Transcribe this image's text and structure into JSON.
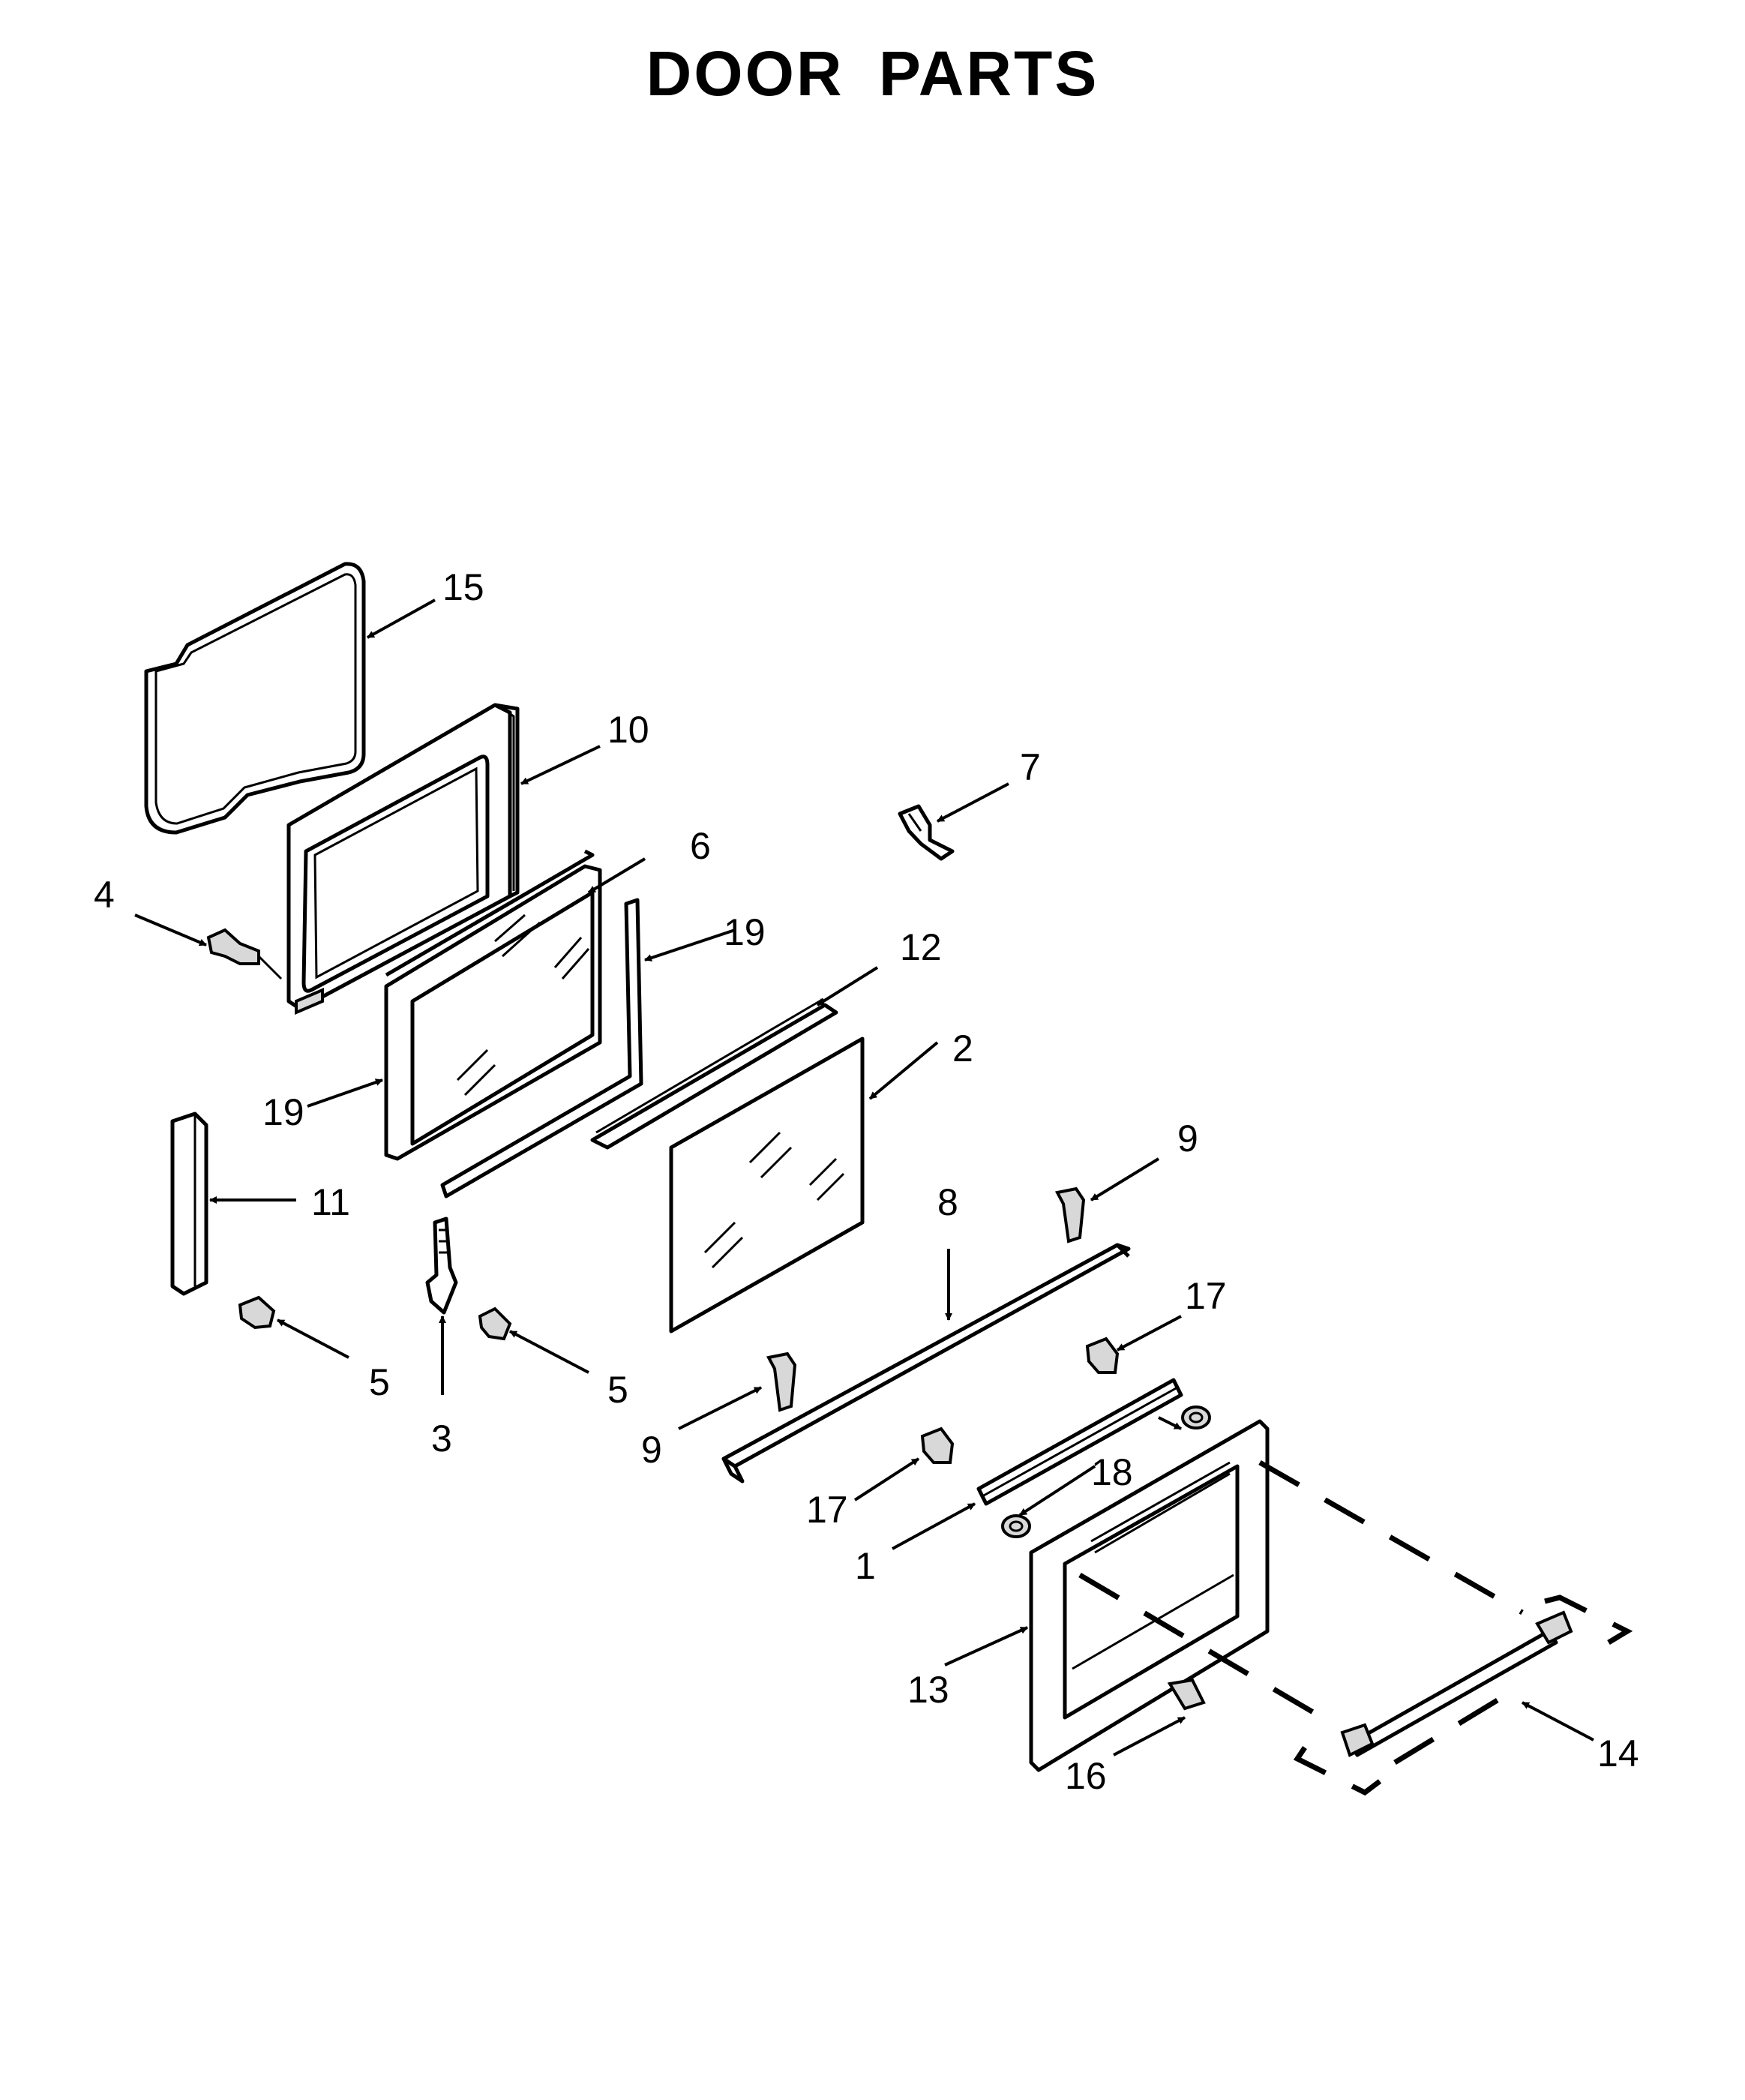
{
  "title": "DOOR PARTS",
  "callouts": [
    {
      "id": "c15",
      "label": "15"
    },
    {
      "id": "c10",
      "label": "10"
    },
    {
      "id": "c7",
      "label": "7"
    },
    {
      "id": "c6",
      "label": "6"
    },
    {
      "id": "c4",
      "label": "4"
    },
    {
      "id": "c19a",
      "label": "19"
    },
    {
      "id": "c12",
      "label": "12"
    },
    {
      "id": "c19b",
      "label": "19"
    },
    {
      "id": "c2",
      "label": "2"
    },
    {
      "id": "c9a",
      "label": "9"
    },
    {
      "id": "c11",
      "label": "11"
    },
    {
      "id": "c8",
      "label": "8"
    },
    {
      "id": "c17a",
      "label": "17"
    },
    {
      "id": "c5a",
      "label": "5"
    },
    {
      "id": "c5b",
      "label": "5"
    },
    {
      "id": "c3",
      "label": "3"
    },
    {
      "id": "c9b",
      "label": "9"
    },
    {
      "id": "c18",
      "label": "18"
    },
    {
      "id": "c17b",
      "label": "17"
    },
    {
      "id": "c1",
      "label": "1"
    },
    {
      "id": "c13",
      "label": "13"
    },
    {
      "id": "c14",
      "label": "14"
    },
    {
      "id": "c16",
      "label": "16"
    }
  ]
}
